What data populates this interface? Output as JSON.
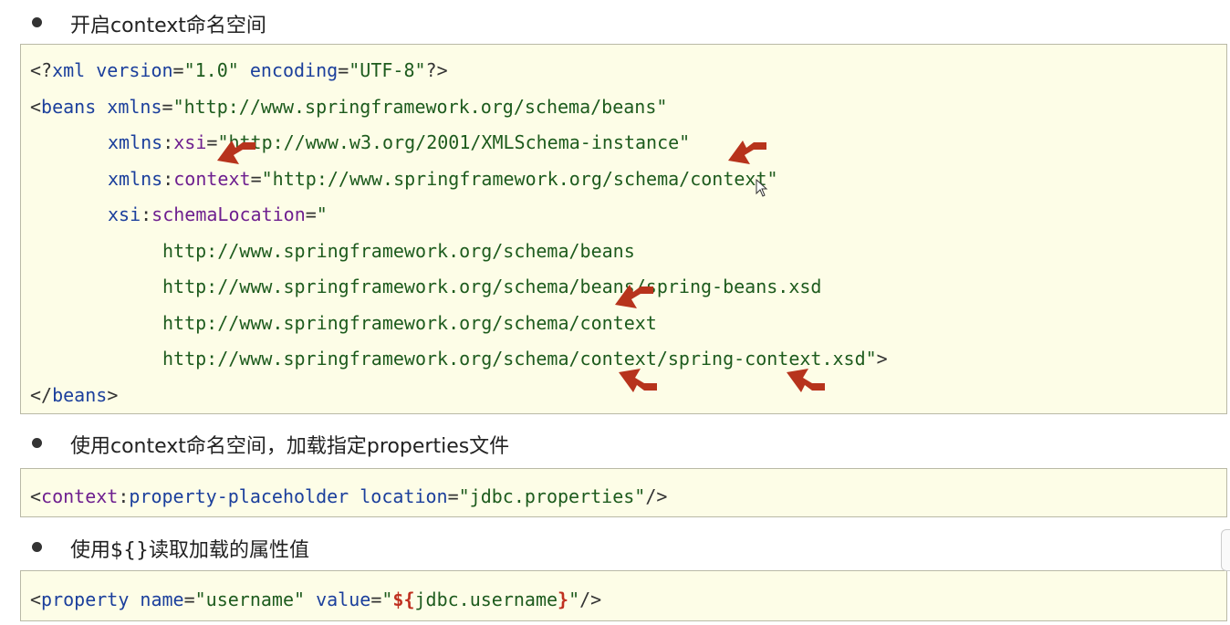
{
  "bullets": [
    {
      "text": "开启context命名空间"
    },
    {
      "text": "使用context命名空间，加载指定properties文件"
    },
    {
      "text": "使用${}读取加载的属性值"
    }
  ],
  "block1": {
    "l1": {
      "open": "<?",
      "pi": "xml",
      "attr1": " version",
      "eq1": "=",
      "val1": "\"1.0\"",
      "attr2": " encoding",
      "eq2": "=",
      "val2": "\"UTF-8\"",
      "close": "?>"
    },
    "l2": {
      "open": "<",
      "tag": "beans",
      "attr": " xmlns",
      "eq": "=",
      "val": "\"http://www.springframework.org/schema/beans\""
    },
    "l3": {
      "attr": "xmlns",
      "sep": ":",
      "ns": "xsi",
      "eq": "=",
      "val": "\"http://www.w3.org/2001/XMLSchema-instance\""
    },
    "l4": {
      "attr": "xmlns",
      "sep": ":",
      "ns": "context",
      "eq": "=",
      "val": "\"http://www.springframework.org/schema/context\""
    },
    "l5": {
      "attr": "xsi",
      "sep": ":",
      "ns": "schemaLocation",
      "eq": "=",
      "val": "\""
    },
    "l6": "http://www.springframework.org/schema/beans",
    "l7": "http://www.springframework.org/schema/beans/spring-beans.xsd",
    "l8": "http://www.springframework.org/schema/context",
    "l9": {
      "val": "http://www.springframework.org/schema/context/spring-context.xsd\"",
      "close": ">"
    },
    "l10": {
      "open": "</",
      "tag": "beans",
      "close": ">"
    }
  },
  "block2": {
    "open": "<",
    "ns": "context",
    "sep": ":",
    "tag": "property-placeholder",
    "attr": " location",
    "eq": "=",
    "val": "\"jdbc.properties\"",
    "close": "/>"
  },
  "block3": {
    "open": "<",
    "tag": "property",
    "attr1": " name",
    "eq1": "=",
    "val1": "\"username\"",
    "attr2": " value",
    "eq2": "=",
    "q1": "\"",
    "expr_open": "${",
    "expr": "jdbc.username",
    "expr_close": "}",
    "q2": "\"",
    "close": "/>"
  },
  "colors": {
    "box_bg": "#fdfde7",
    "arrow": "#b7331c",
    "tag": "#1b3f9c",
    "value": "#1d5b1d",
    "namespace": "#6e1f8f",
    "expression": "#c03020"
  },
  "icons": [
    "arrow-pointer-icon",
    "mouse-cursor-icon"
  ]
}
